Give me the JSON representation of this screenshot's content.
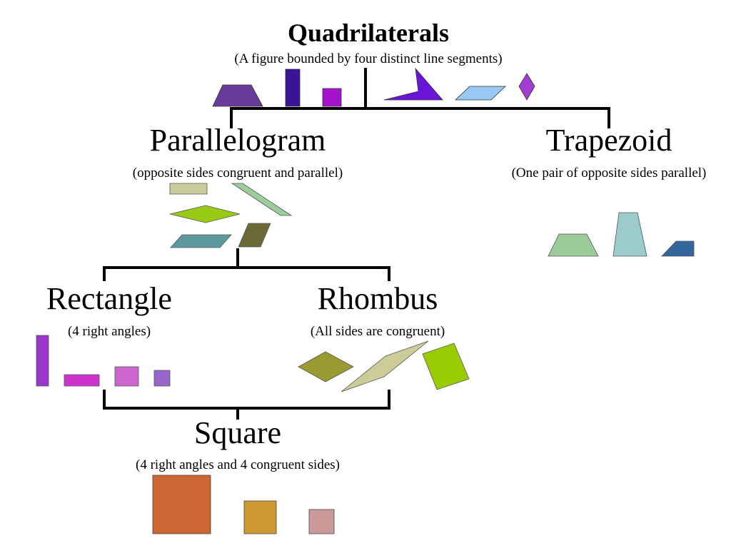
{
  "root": {
    "title": "Quadrilaterals",
    "subtitle": "(A figure bounded by four distinct line segments)"
  },
  "nodes": {
    "parallelogram": {
      "title": "Parallelogram",
      "subtitle": "(opposite sides congruent and parallel)"
    },
    "trapezoid": {
      "title": "Trapezoid",
      "subtitle": "(One pair of opposite sides parallel)"
    },
    "rectangle": {
      "title": "Rectangle",
      "subtitle": "(4 right angles)"
    },
    "rhombus": {
      "title": "Rhombus",
      "subtitle": "(All sides are congruent)"
    },
    "square": {
      "title": "Square",
      "subtitle": "(4 right angles and 4 congruent sides)"
    }
  },
  "shape_colors": {
    "quadrilaterals": [
      "#6a3b9a",
      "#3b1495",
      "#a414cc",
      "#6a14d8",
      "#9ac8f5",
      "#a43cd0"
    ],
    "parallelogram": [
      "#c8cc9a",
      "#9ccb9c",
      "#9acb14",
      "#5c9aa0",
      "#6a6a36"
    ],
    "trapezoid": [
      "#9acb98",
      "#9ccbcb",
      "#33669a"
    ],
    "rectangle": [
      "#9a36cc",
      "#cc33cc",
      "#cc66cc",
      "#9966cc"
    ],
    "rhombus": [
      "#9a9a33",
      "#cccc99",
      "#99cc00"
    ],
    "square": [
      "#cc6633",
      "#cc9933",
      "#cc9999"
    ]
  },
  "connector_color": "#000000"
}
